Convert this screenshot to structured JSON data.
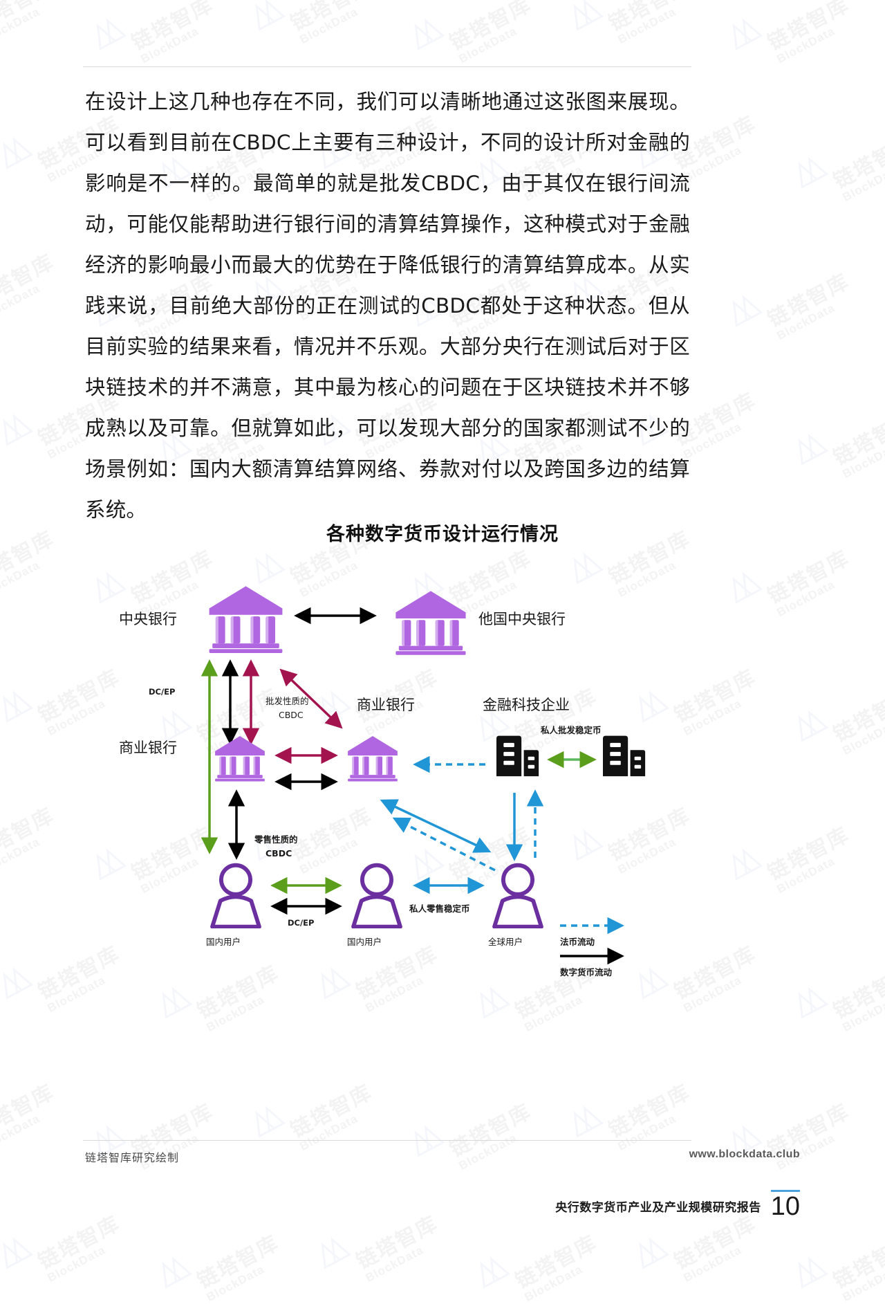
{
  "document": {
    "body_paragraph": "在设计上这几种也存在不同，我们可以清晰地通过这张图来展现。可以看到目前在CBDC上主要有三种设计，不同的设计所对金融的影响是不一样的。最简单的就是批发CBDC，由于其仅在银行间流动，可能仅能帮助进行银行间的清算结算操作，这种模式对于金融经济的影响最小而最大的优势在于降低银行的清算结算成本。从实践来说，目前绝大部份的正在测试的CBDC都处于这种状态。但从目前实验的结果来看，情况并不乐观。大部分央行在测试后对于区块链技术的并不满意，其中最为核心的问题在于区块链技术并不够成熟以及可靠。但就算如此，可以发现大部分的国家都测试不少的场景例如：国内大额清算结算网络、券款对付以及跨国多边的结算系统。"
  },
  "figure": {
    "title": "各种数字货币设计运行情况",
    "nodes": {
      "central_bank": "中央银行",
      "foreign_central_bank": "他国中央银行",
      "commercial_bank_row_label": "商业银行",
      "commercial_bank_col_label": "商业银行",
      "fintech_label": "金融科技企业",
      "user_domestic_1": "国内用户",
      "user_domestic_2": "国内用户",
      "user_global": "全球用户"
    },
    "flow_labels": {
      "dcep_top": "DC/EP",
      "wholesale_cbdc": "批发性质的\nCBDC",
      "wholesale_cbdc_line1": "批发性质的",
      "wholesale_cbdc_line2": "CBDC",
      "retail_cbdc_line1": "零售性质的",
      "retail_cbdc_line2": "CBDC",
      "private_wholesale_stablecoin": "私人批发稳定币",
      "private_retail_stablecoin": "私人零售稳定币",
      "dcep_bottom": "DC/EP"
    },
    "legend": [
      {
        "name": "fiat-flow",
        "label": "法币流动",
        "style": "dashed",
        "color": "#2196d6"
      },
      {
        "name": "digital-currency-flow",
        "label": "数字货币流动",
        "style": "solid",
        "color": "#000000"
      }
    ],
    "colors": {
      "institution_purple": "#b066e0",
      "person_purple": "#6b2fa0",
      "green": "#5a9e1c",
      "crimson": "#a3144f",
      "blue": "#2196d6",
      "black": "#000000"
    }
  },
  "footer": {
    "credit": "链塔智库研究绘制",
    "website": "www.blockdata.club",
    "report_name": "央行数字货币产业及产业规模研究报告",
    "page_number": "10"
  },
  "watermark": {
    "cn": "链塔智库",
    "en": "BlockData"
  }
}
